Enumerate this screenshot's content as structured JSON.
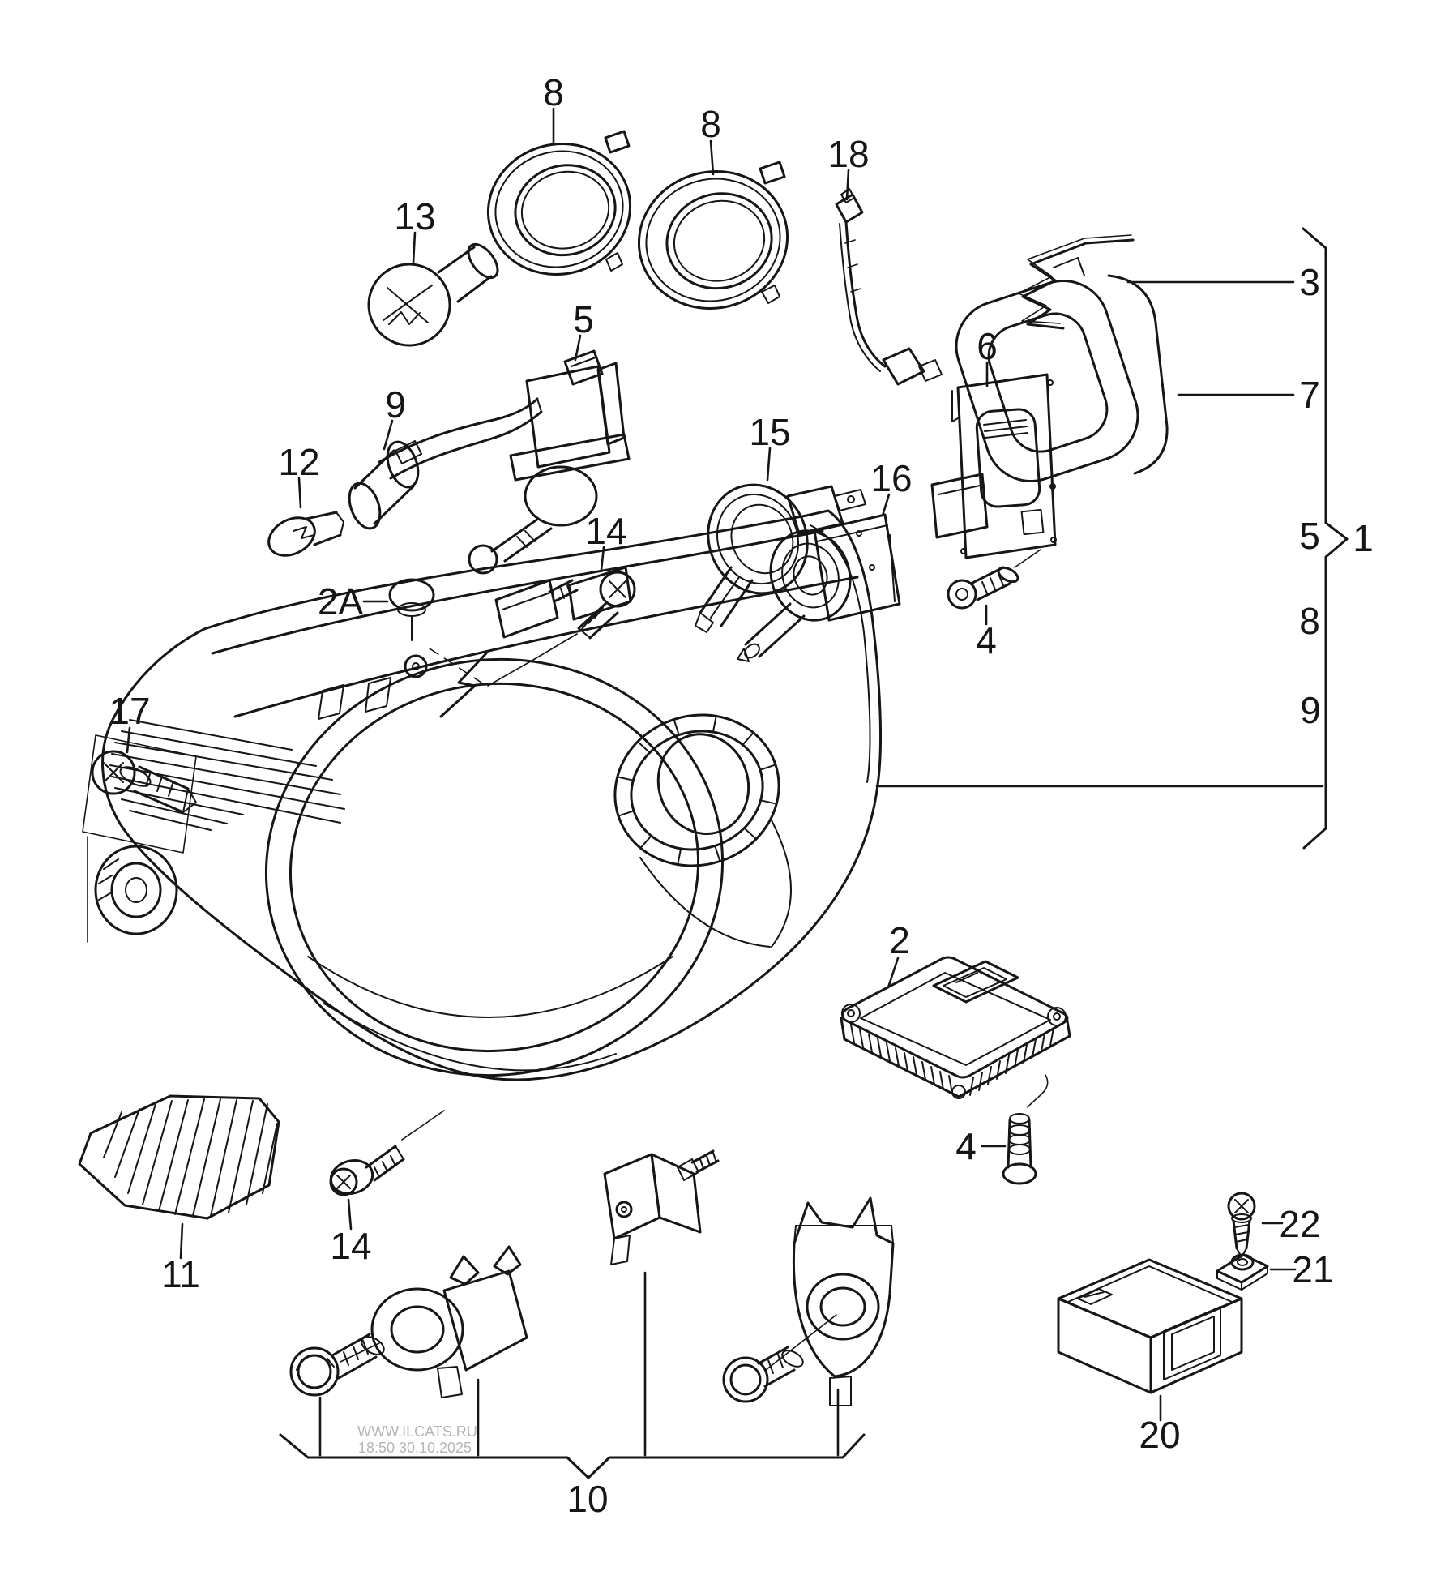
{
  "diagram": {
    "background": "#ffffff",
    "ink": "#161616",
    "watermark": {
      "line1": "WWW.ILCATS.RU",
      "line2": "18:50 30.10.2025",
      "color": "#b5b5b5"
    },
    "callouts": [
      {
        "id": "retaining-ring-left",
        "text": "8"
      },
      {
        "id": "retaining-ring-right",
        "text": "8"
      },
      {
        "id": "cable-adapter",
        "text": "18"
      },
      {
        "id": "bulb-p21w",
        "text": "13"
      },
      {
        "id": "spring-clip",
        "text": "3"
      },
      {
        "id": "leveling-motor",
        "text": "5"
      },
      {
        "id": "ignitor-plate",
        "text": "6"
      },
      {
        "id": "protective-cap",
        "text": "7"
      },
      {
        "id": "bulb-holder",
        "text": "9"
      },
      {
        "id": "bulb-h7",
        "text": "15"
      },
      {
        "id": "bulb-wedge",
        "text": "12"
      },
      {
        "id": "bulb-d1s",
        "text": "16"
      },
      {
        "id": "screw-upper",
        "text": "14"
      },
      {
        "id": "bracket-sub-5",
        "text": "5"
      },
      {
        "id": "assembly-1",
        "text": "1"
      },
      {
        "id": "cap-2a",
        "text": "2A"
      },
      {
        "id": "bracket-sub-8",
        "text": "8"
      },
      {
        "id": "screw-ignitor",
        "text": "4"
      },
      {
        "id": "screw-17",
        "text": "17"
      },
      {
        "id": "bracket-sub-9",
        "text": "9"
      },
      {
        "id": "ballast-unit",
        "text": "2"
      },
      {
        "id": "screw-ballast",
        "text": "4"
      },
      {
        "id": "screw-22",
        "text": "22"
      },
      {
        "id": "screw-lower",
        "text": "14"
      },
      {
        "id": "clip-nut-21",
        "text": "21"
      },
      {
        "id": "cover-panel-11",
        "text": "11"
      },
      {
        "id": "control-module-20",
        "text": "20"
      },
      {
        "id": "mounting-kit-10",
        "text": "10"
      }
    ]
  }
}
